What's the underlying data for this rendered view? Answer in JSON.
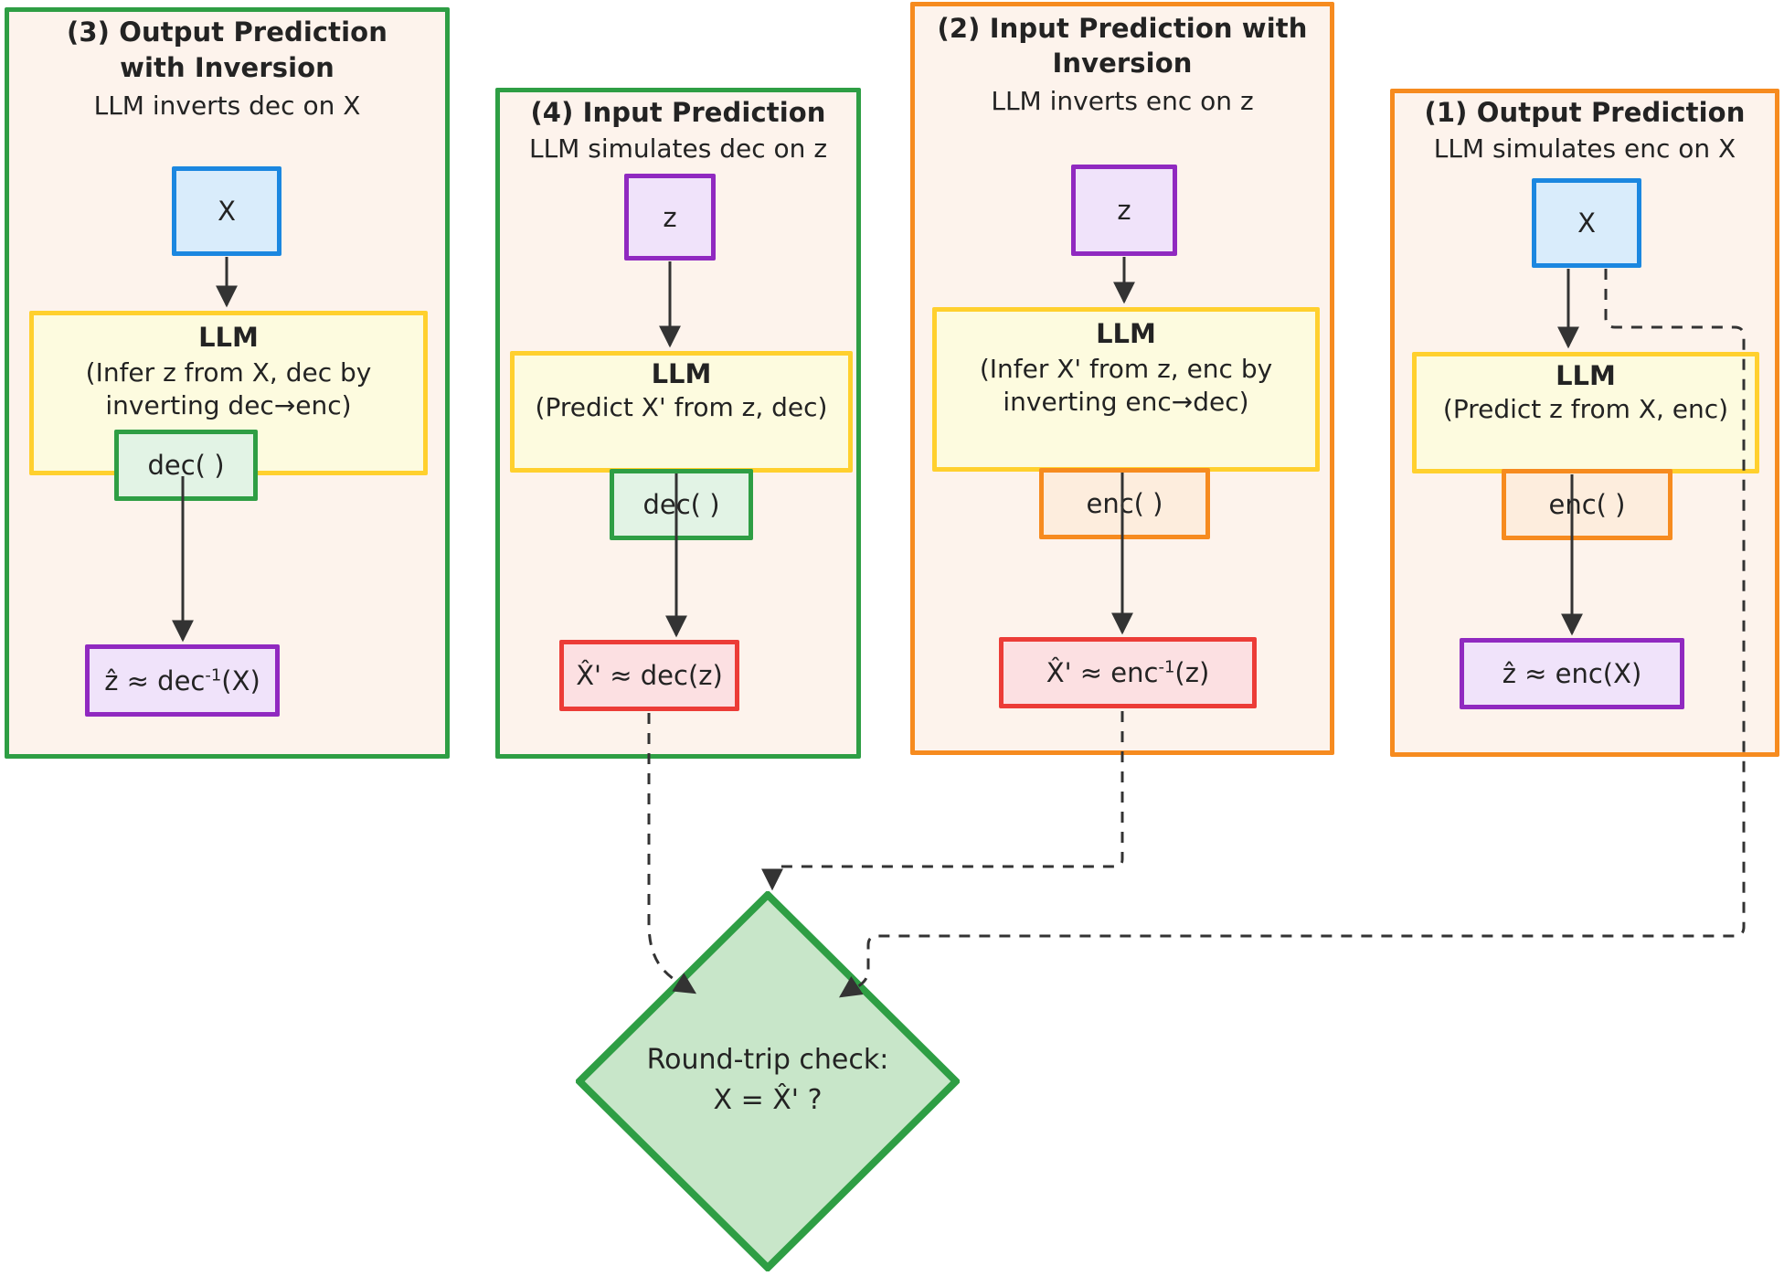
{
  "diagram": {
    "title": "LLM code reasoning round-trip diagram",
    "colors": {
      "green_border": "#2e9e44",
      "orange_border": "#f68b1f",
      "yellow_border": "#ffd02e",
      "blue_border": "#1b87e0",
      "purple_border": "#9029c0",
      "red_border": "#ec3c37",
      "panel_fill": "#fdf3ec",
      "llm_fill": "#fdfbdf",
      "diamond_fill": "#c8e6c9"
    }
  },
  "panels": [
    {
      "id": "panel-3",
      "title": "(3) Output Prediction with Inversion",
      "title_line1": "(3) Output Prediction",
      "title_line2": "with Inversion",
      "subtitle": "LLM inverts dec on X",
      "input_node": "X",
      "llm_title": "LLM",
      "llm_sub_line1": "(Infer z from X, dec by",
      "llm_sub_line2": "inverting dec→enc)",
      "fn_label": "dec( )",
      "output_base": "ẑ ≈ dec",
      "output_sup": "-1",
      "output_tail": "(X)",
      "output_full": "ẑ ≈ dec⁻¹(X)"
    },
    {
      "id": "panel-4",
      "title": "(4) Input Prediction",
      "title_line1": "(4) Input Prediction",
      "title_line2": "",
      "subtitle": "LLM simulates dec on z",
      "input_node": "z",
      "llm_title": "LLM",
      "llm_sub_line1": "(Predict X' from z, dec)",
      "llm_sub_line2": "",
      "fn_label": "dec( )",
      "output_base": "X̂' ≈ dec(z)",
      "output_sup": "",
      "output_tail": "",
      "output_full": "X̂' ≈ dec(z)"
    },
    {
      "id": "panel-2",
      "title": "(2) Input Prediction with Inversion",
      "title_line1": "(2) Input Prediction with",
      "title_line2": "Inversion",
      "subtitle": "LLM inverts enc on z",
      "input_node": "z",
      "llm_title": "LLM",
      "llm_sub_line1": "(Infer X' from z, enc by",
      "llm_sub_line2": "inverting enc→dec)",
      "fn_label": "enc( )",
      "output_base": "X̂' ≈ enc",
      "output_sup": "-1",
      "output_tail": "(z)",
      "output_full": "X̂' ≈ enc⁻¹(z)"
    },
    {
      "id": "panel-1",
      "title": "(1) Output Prediction",
      "title_line1": "(1) Output Prediction",
      "title_line2": "",
      "subtitle": "LLM simulates enc on X",
      "input_node": "X",
      "llm_title": "LLM",
      "llm_sub_line1": "(Predict z from X, enc)",
      "llm_sub_line2": "",
      "fn_label": "enc( )",
      "output_base": "ẑ ≈ enc(X)",
      "output_sup": "",
      "output_tail": "",
      "output_full": "ẑ ≈ enc(X)"
    }
  ],
  "check": {
    "line1": "Round-trip check:",
    "line2": "X = X̂' ?"
  }
}
